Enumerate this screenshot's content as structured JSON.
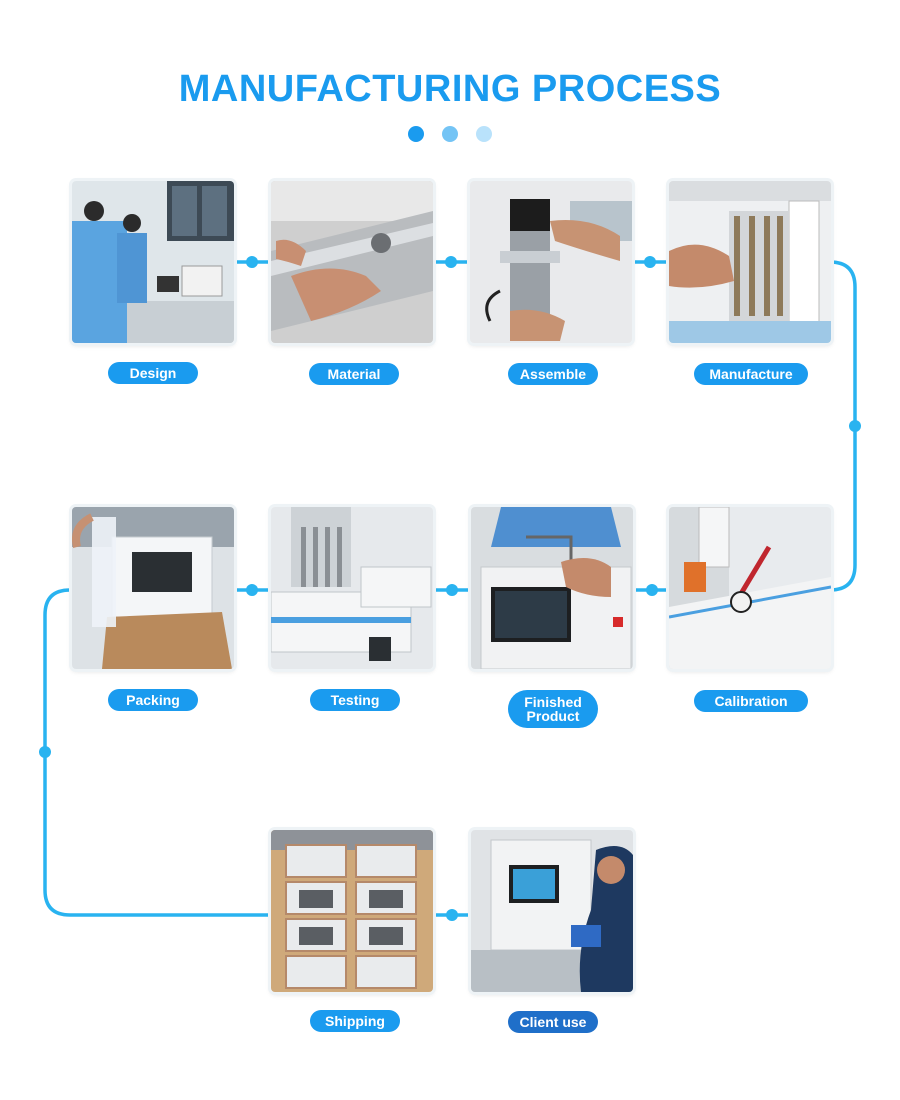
{
  "title": "MANUFACTURING PROCESS",
  "steps": [
    {
      "label": "Design"
    },
    {
      "label": "Material"
    },
    {
      "label": "Assemble"
    },
    {
      "label": "Manufacture"
    },
    {
      "label": "Calibration"
    },
    {
      "label": "Finished Product"
    },
    {
      "label": "Testing"
    },
    {
      "label": "Packing"
    },
    {
      "label": "Shipping"
    },
    {
      "label": "Client use"
    }
  ],
  "colors": {
    "accent": "#1a9bef",
    "line": "#29b3f0",
    "pill_dark": "#1f6fc9"
  }
}
